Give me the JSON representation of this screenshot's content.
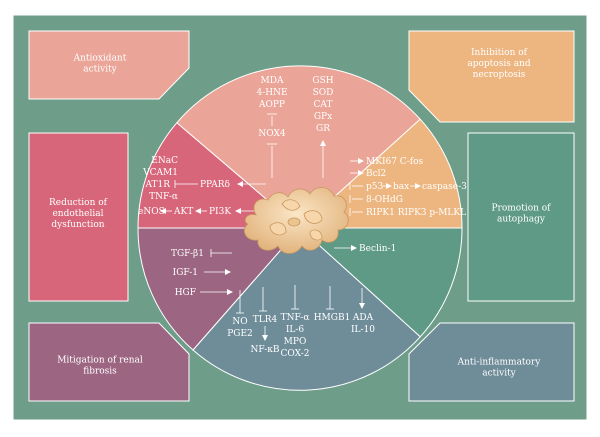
{
  "colors": {
    "background": "#6e9e8a",
    "antioxidant": "#eba598",
    "apoptosis": "#edb57f",
    "endothelial": "#d8667a",
    "autophagy": "#5e9a86",
    "fibrosis": "#9c6683",
    "inflammation": "#6f8c99",
    "label_text": "#ffffff"
  },
  "boxes": {
    "antioxidant": "Antioxidant\nactivity",
    "apoptosis": "Inhibition of\napoptosis and\nnecroptosis",
    "endothelial": "Reduction of\nendothelial\ndysfunction",
    "autophagy": "Promotion of\nautophagy",
    "fibrosis": "Mitigation of renal\nfibrosis",
    "inflammation": "Anti-inflammatory\nactivity"
  },
  "segments": {
    "antioxidant": {
      "down_list": [
        "MDA",
        "4-HNE",
        "AOPP"
      ],
      "nox": "NOX4",
      "up_list": [
        "GSH",
        "SOD",
        "CAT",
        "GPx",
        "GR"
      ]
    },
    "apoptosis": {
      "mki": "MKI67 C-fos",
      "bcl": "Bcl2",
      "p53": "p53",
      "bax": "bax",
      "caspase": "caspase-3",
      "ohdg": "8-OHdG",
      "ripk": "RIPK1 RIPK3 p-MLKL"
    },
    "endothelial": {
      "list": [
        "ENaC",
        "VCAM1",
        "AT1R",
        "TNF-α"
      ],
      "ppar": "PPARδ",
      "enos": "eNOS",
      "akt": "AKT",
      "pi3k": "PI3K"
    },
    "autophagy": {
      "beclin": "Beclin-1"
    },
    "fibrosis": {
      "tgf": "TGF-β1",
      "igf": "IGF-1",
      "hgf": "HGF"
    },
    "inflammation": {
      "no": "NO",
      "pge2": "PGE2",
      "tlr4": "TLR4",
      "nfkb": "NF-κB",
      "tnf": "TNF-α",
      "il6": "IL-6",
      "mpo": "MPO",
      "cox2": "COX-2",
      "hmgb1": "HMGB1",
      "ada": "ADA",
      "il10": "IL-10"
    }
  }
}
